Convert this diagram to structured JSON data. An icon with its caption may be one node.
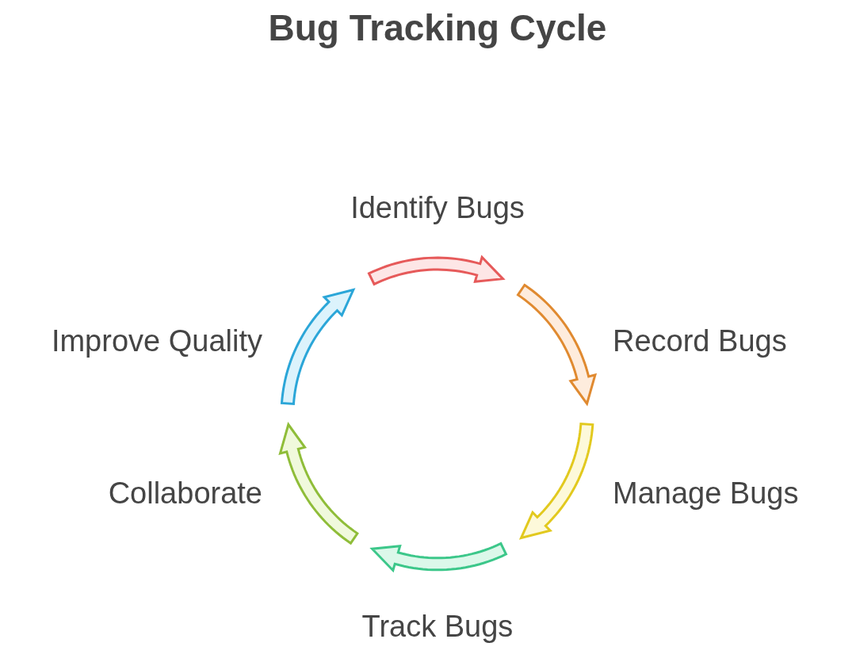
{
  "diagram": {
    "title": "Bug Tracking Cycle",
    "nodes": [
      {
        "text": [],
        "shape": "arrow",
        "beside": [
          "Identify Bugs"
        ]
      },
      {
        "text": [],
        "shape": "arrow",
        "beside": [
          "Record Bugs"
        ]
      },
      {
        "text": [],
        "shape": "arrow",
        "beside": [
          "Manage Bugs"
        ]
      },
      {
        "text": [],
        "shape": "arrow",
        "beside": [
          "Track Bugs"
        ]
      },
      {
        "text": [],
        "shape": "arrow",
        "beside": [
          "Collaborate"
        ]
      },
      {
        "text": [],
        "shape": "arrow",
        "beside": [
          "Improve Quality"
        ]
      }
    ]
  }
}
